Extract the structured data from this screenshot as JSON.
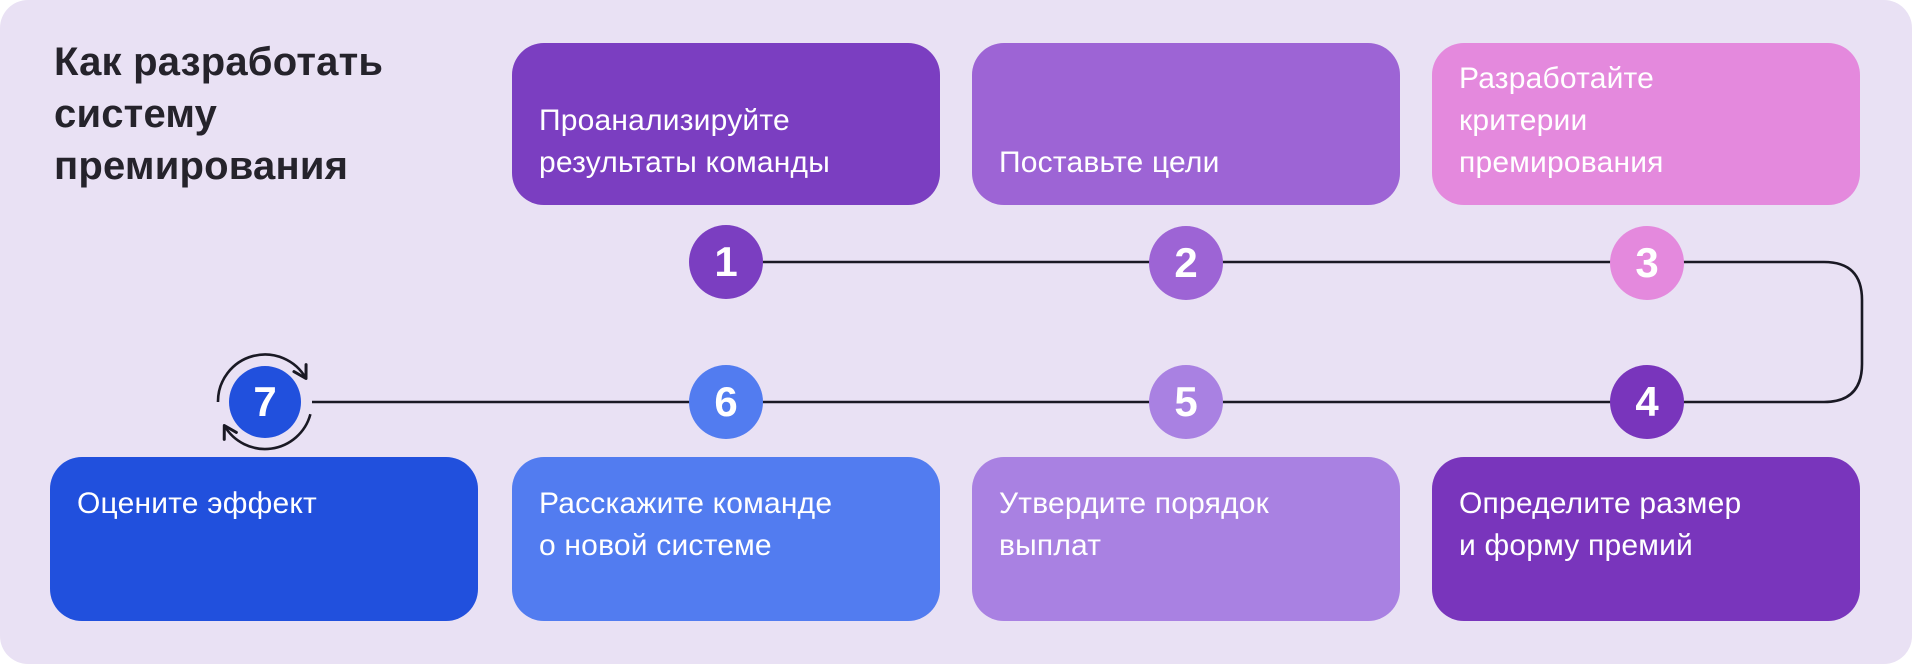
{
  "title": "Как разработать\nсистему\nпремирования",
  "steps": [
    {
      "number": "1",
      "label": "Проанализируйте\nрезультаты команды",
      "color": "#7B3EC1"
    },
    {
      "number": "2",
      "label": "Поставьте цели",
      "color": "#9D64D5"
    },
    {
      "number": "3",
      "label": "Разработайте\nкритерии\nпремирования",
      "color": "#E489DD"
    },
    {
      "number": "4",
      "label": "Определите размер\nи форму премий",
      "color": "#7935BC"
    },
    {
      "number": "5",
      "label": "Утвердите порядок\nвыплат",
      "color": "#A981E2"
    },
    {
      "number": "6",
      "label": "Расскажите команде\nо новой системе",
      "color": "#527CF0"
    },
    {
      "number": "7",
      "label": "Оцените эффект",
      "color": "#2150DD"
    }
  ],
  "colors": {
    "background": "#E9E1F4",
    "connector_line": "#1A1924",
    "title_text": "#25232B",
    "card_text": "#FFFFFF"
  }
}
